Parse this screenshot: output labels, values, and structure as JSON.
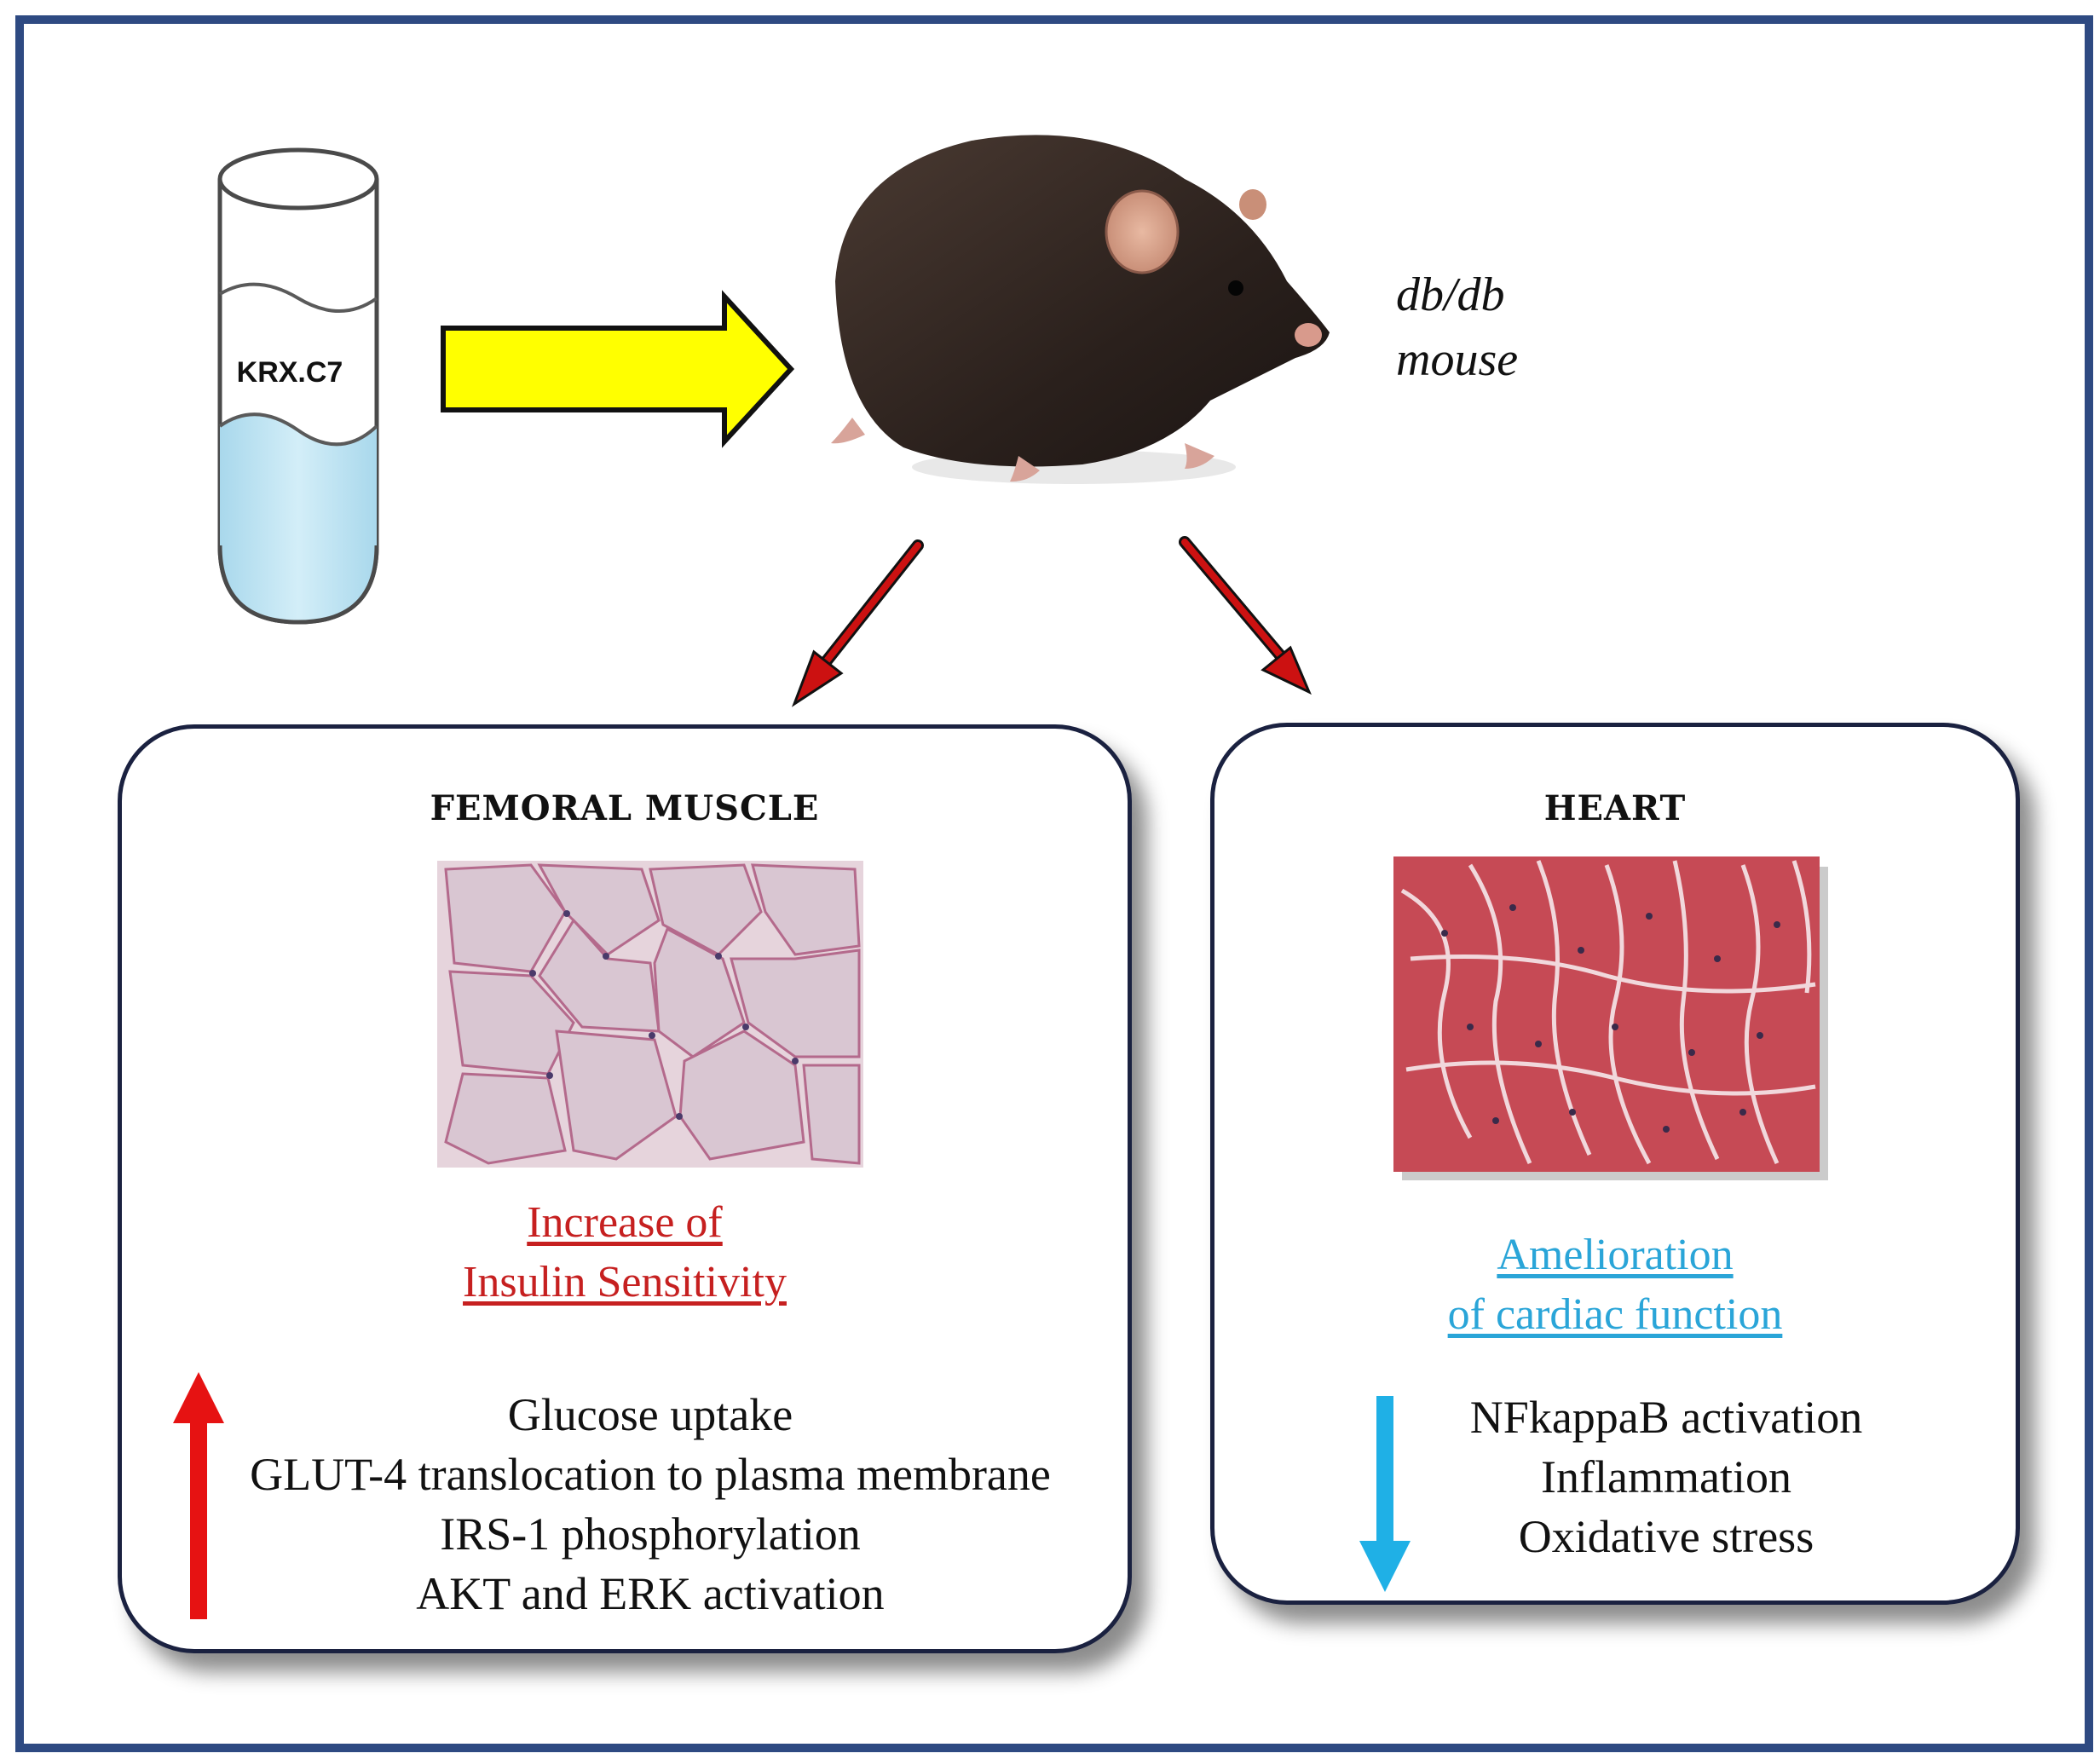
{
  "tube": {
    "label": "KRX.C7"
  },
  "mouse": {
    "label_line1": "db/db",
    "label_line2": "mouse"
  },
  "colors": {
    "border": "#2e4a82",
    "tube_liquid": "#bfe4f3",
    "yellow_arrow": "#ffff00",
    "red_arrow": "#cc1111",
    "red_text": "#c62020",
    "blue_text": "#2aa5d8",
    "blue_arrow": "#1fb0e6"
  },
  "muscle_panel": {
    "title": "FEMORAL MUSCLE",
    "finding_line1": "Increase of",
    "finding_line2": " Insulin Sensitivity",
    "items": [
      "Glucose uptake",
      "GLUT-4 translocation to plasma membrane",
      "IRS-1 phosphorylation",
      "AKT and ERK activation"
    ],
    "trend": "up"
  },
  "heart_panel": {
    "title": "HEART",
    "finding_line1": "Amelioration ",
    "finding_line2": "of cardiac function",
    "items": [
      "NFkappaB activation",
      "Inflammation",
      "Oxidative stress"
    ],
    "trend": "down"
  }
}
